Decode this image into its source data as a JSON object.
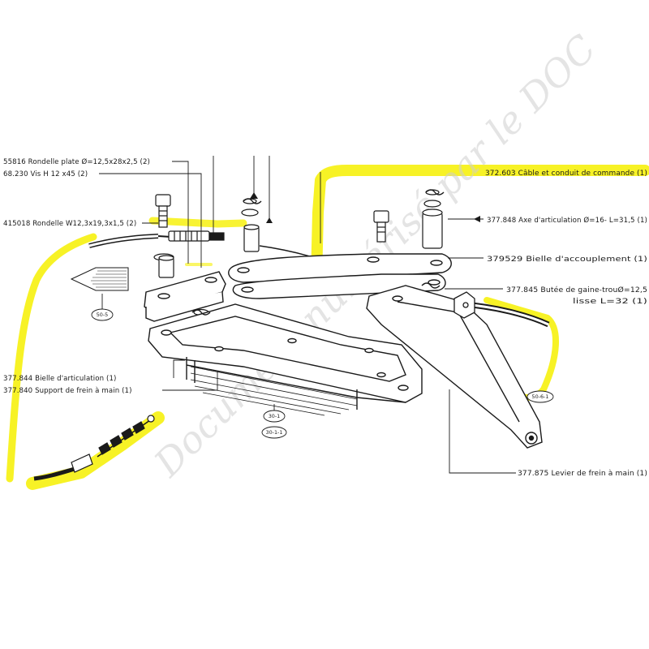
{
  "colors": {
    "highlight": "#f6f000",
    "ink": "#1a1a1a",
    "paper": "#ffffff",
    "watermark": "#cfcfcf"
  },
  "labels": {
    "rondelle_plate": "55816 Rondelle plate Ø=12,5x28x2,5 (2)",
    "vis": "68.230 Vis H 12 x45 (2)",
    "rondelle_w": "415018 Rondelle W12,3x19,3x1,5 (2)",
    "cable": "372.603 Câble et conduit de commande (1)",
    "axe": "377.848 Axe d'articulation Ø=16- L=31,5 (1)",
    "bielle_accouplement": "379529 Bielle d'accouplement (1)",
    "butee_line1": "377.845 Butée de gaine-trouØ=12,5",
    "butee_line2": "lisse L=32 (1)",
    "bielle_articulation": "377.844 Bielle d'articulation (1)",
    "support": "377.840 Support de frein à main (1)",
    "levier": "377.875 Levier de frein à main (1)"
  },
  "refs": {
    "r1": "50-5",
    "r2": "30-1",
    "r3": "30-1-1",
    "r4": "50-6-1"
  },
  "watermark": "Document numérisé par le DOC"
}
